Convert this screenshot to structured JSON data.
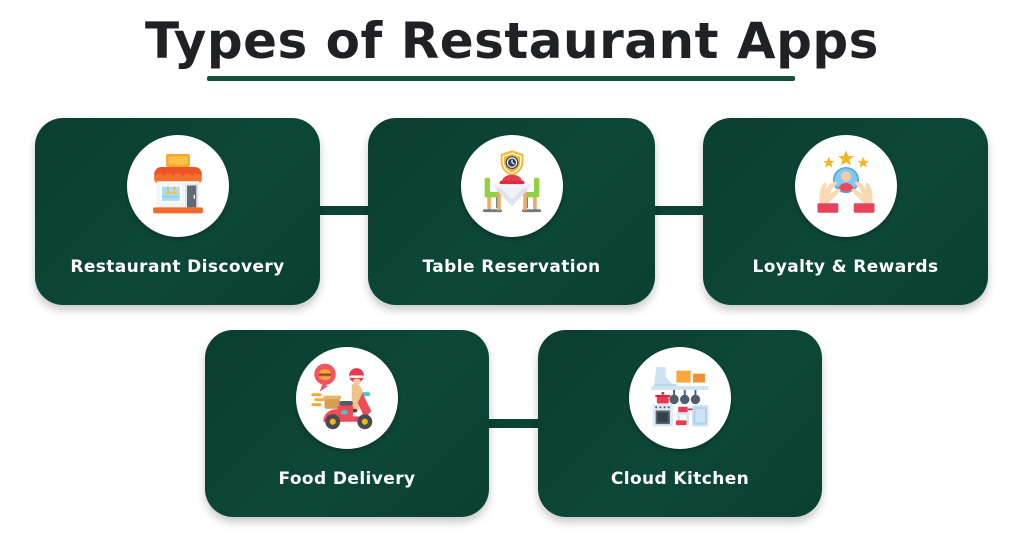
{
  "title": {
    "text": "Types of Restaurant Apps"
  },
  "style": {
    "background_color": "#ffffff",
    "card_color": "#0b4334",
    "connector_color": "#0b4334",
    "title_color": "#202125",
    "underline_color": "#17503f",
    "label_color": "#ffffff",
    "icon_circle_color": "#ffffff",
    "accent_red": "#e83a50",
    "accent_orange": "#f2692c",
    "accent_gold": "#f6b41e",
    "accent_green": "#8fd141",
    "accent_blue": "#a9ddf3"
  },
  "cards": [
    {
      "label": "Restaurant Discovery",
      "icon": "storefront-icon"
    },
    {
      "label": "Table Reservation",
      "icon": "table-reservation-icon"
    },
    {
      "label": "Loyalty & Rewards",
      "icon": "loyalty-rewards-icon"
    },
    {
      "label": "Food Delivery",
      "icon": "delivery-scooter-icon"
    },
    {
      "label": "Cloud Kitchen",
      "icon": "cloud-kitchen-icon"
    }
  ]
}
